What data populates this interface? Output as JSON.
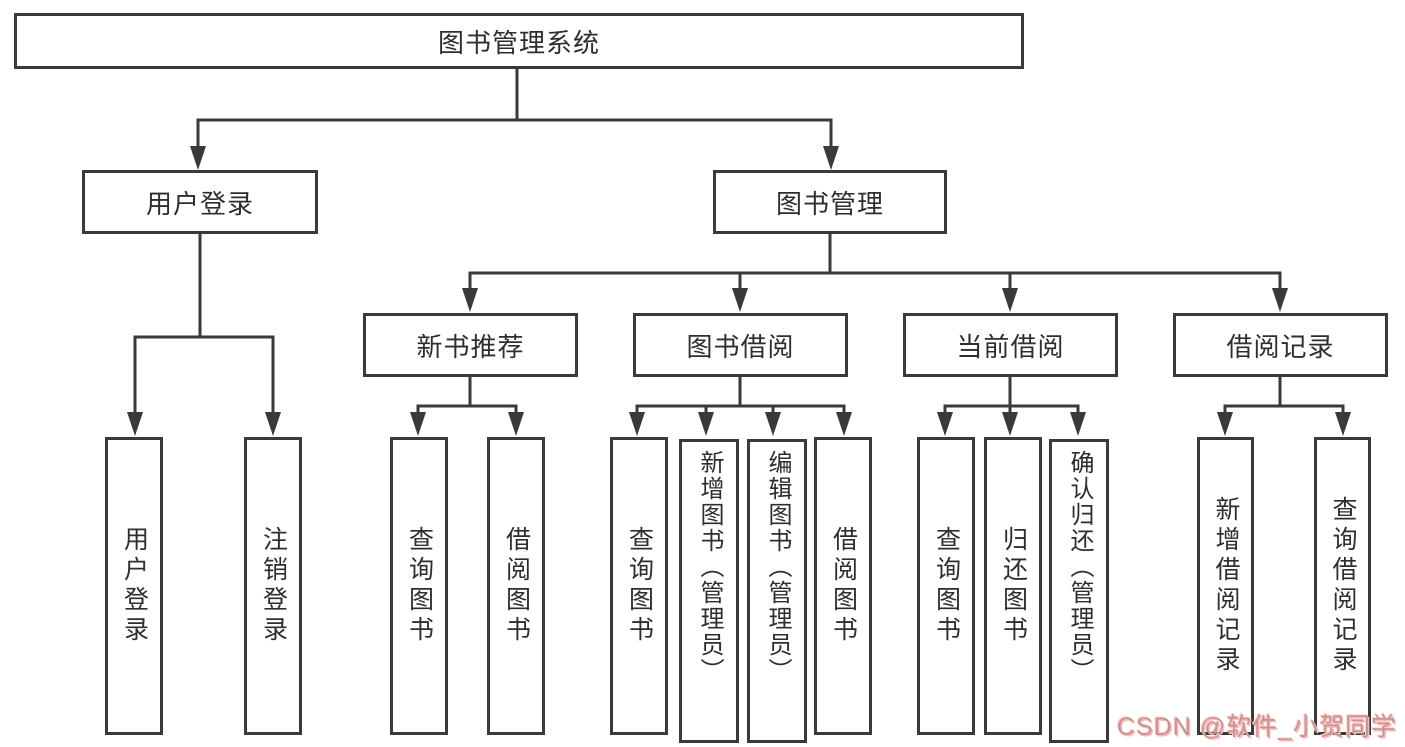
{
  "diagram_title": "图书管理系统",
  "nodes": {
    "root": "图书管理系统",
    "user_login": "用户登录",
    "book_mgmt": "图书管理",
    "new_book": "新书推荐",
    "book_borrow": "图书借阅",
    "current_borrow": "当前借阅",
    "borrow_record": "借阅记录",
    "leaf_user_login": "用户登录",
    "leaf_logout": "注销登录",
    "nb_query": "查询图书",
    "nb_borrow": "借阅图书",
    "bb_query": "查询图书",
    "bb_add": "新增图书（管理员）",
    "bb_edit": "编辑图书（管理员）",
    "bb_borrow": "借阅图书",
    "cb_query": "查询图书",
    "cb_return": "归还图书",
    "cb_confirm": "确认归还（管理员）",
    "br_add": "新增借阅记录",
    "br_query": "查询借阅记录"
  },
  "tree": {
    "label": "图书管理系统",
    "children": [
      {
        "label": "用户登录",
        "children": [
          {
            "label": "用户登录"
          },
          {
            "label": "注销登录"
          }
        ]
      },
      {
        "label": "图书管理",
        "children": [
          {
            "label": "新书推荐",
            "children": [
              {
                "label": "查询图书"
              },
              {
                "label": "借阅图书"
              }
            ]
          },
          {
            "label": "图书借阅",
            "children": [
              {
                "label": "查询图书"
              },
              {
                "label": "新增图书（管理员）"
              },
              {
                "label": "编辑图书（管理员）"
              },
              {
                "label": "借阅图书"
              }
            ]
          },
          {
            "label": "当前借阅",
            "children": [
              {
                "label": "查询图书"
              },
              {
                "label": "归还图书"
              },
              {
                "label": "确认归还（管理员）"
              }
            ]
          },
          {
            "label": "借阅记录",
            "children": [
              {
                "label": "新增借阅记录"
              },
              {
                "label": "查询借阅记录"
              }
            ]
          }
        ]
      }
    ]
  },
  "watermark": {
    "text": "CSDN @软件_小贺同学",
    "color": "#eb9b99"
  },
  "colors": {
    "line": "#3a3a3a",
    "text": "#2e2e2e",
    "background": "#ffffff"
  }
}
